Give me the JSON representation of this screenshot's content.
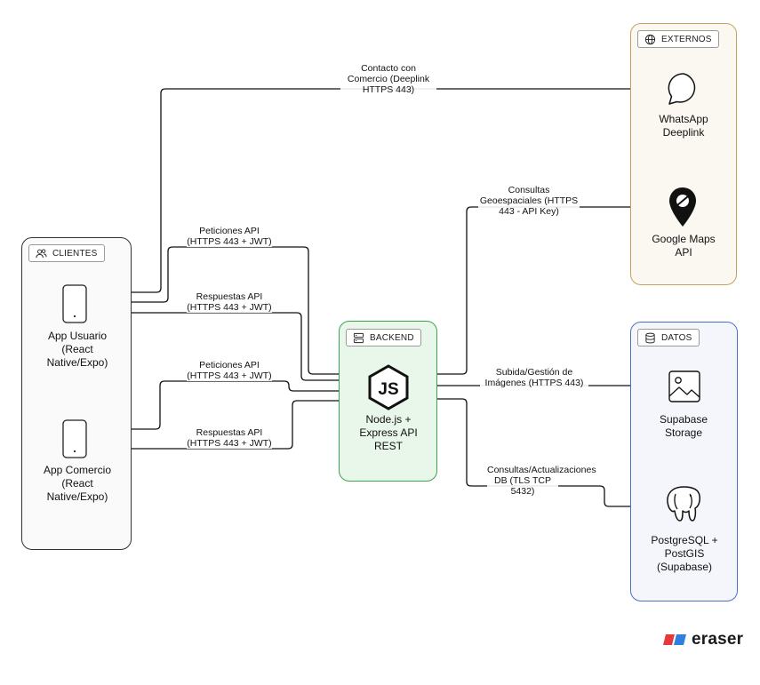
{
  "groups": {
    "clients": "CLIENTES",
    "backend": "BACKEND",
    "external": "EXTERNOS",
    "data": "DATOS"
  },
  "nodes": {
    "app_usuario": "App Usuario (React Native/Expo)",
    "app_comercio": "App Comercio (React Native/Expo)",
    "backend": "Node.js + Express API REST",
    "whatsapp": "WhatsApp Deeplink",
    "google_maps": "Google Maps API",
    "storage": "Supabase Storage",
    "postgres": "PostgreSQL + PostGIS (Supabase)"
  },
  "edges": {
    "contacto": "Contacto con Comercio (Deeplink HTTPS 443)",
    "peticiones_usuario": "Peticiones API (HTTPS 443 + JWT)",
    "respuestas_usuario": "Respuestas API (HTTPS 443 + JWT)",
    "peticiones_comercio": "Peticiones API (HTTPS 443 + JWT)",
    "respuestas_comercio": "Respuestas API (HTTPS 443 + JWT)",
    "geo": "Consultas Geoespaciales (HTTPS 443 - API Key)",
    "imagenes": "Subida/Gestión de Imágenes (HTTPS 443)",
    "db": "Consultas/Actualizaciones DB (TLS TCP 5432)"
  },
  "branding": {
    "logo": "eraser"
  },
  "colors": {
    "clients_border": "#333333",
    "backend_border": "#3fa34d",
    "backend_fill": "#e9f6ea",
    "external_border": "#c9a15b",
    "external_fill": "#fbf8f1",
    "data_border": "#4a72c4",
    "data_fill": "#f4f6fb",
    "logo_red": "#e5383b",
    "logo_blue": "#2f7fe0"
  }
}
